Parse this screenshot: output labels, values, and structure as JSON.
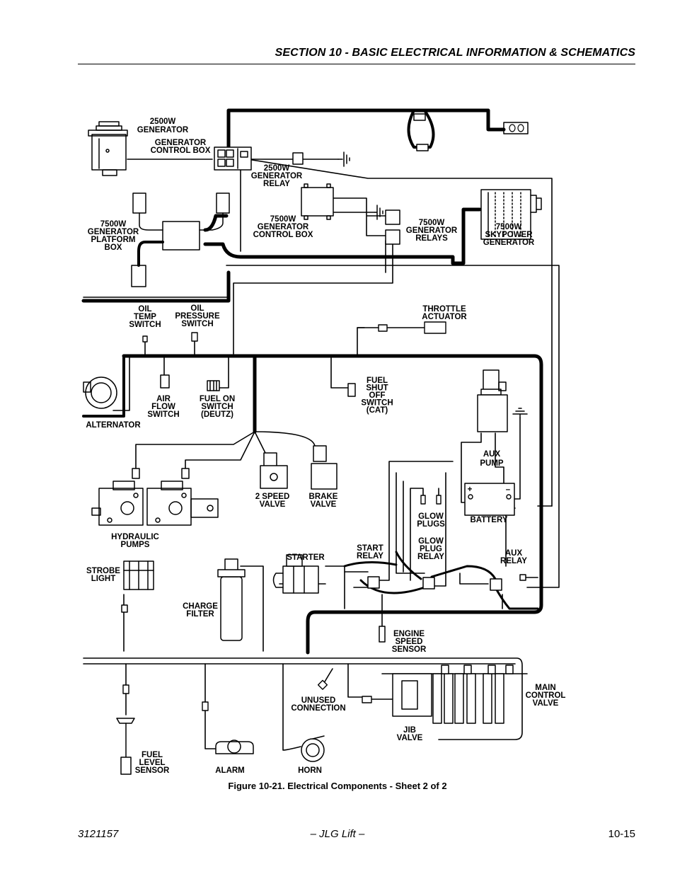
{
  "header": {
    "title": "SECTION 10 - BASIC ELECTRICAL INFORMATION & SCHEMATICS"
  },
  "labels": {
    "gen2500": [
      "2500W",
      "GENERATOR"
    ],
    "gen_ctrl_box": [
      "GENERATOR",
      "CONTROL BOX"
    ],
    "gen2500_relay": [
      "2500W",
      "GENERATOR",
      "RELAY"
    ],
    "gen7500_ctrl_box": [
      "7500W",
      "GENERATOR",
      "CONTROL BOX"
    ],
    "gen7500_relays": [
      "7500W",
      "GENERATOR",
      "RELAYS"
    ],
    "skypower": [
      "7500W",
      "SKYPOWER",
      "GENERATOR"
    ],
    "platform_box": [
      "7500W",
      "GENERATOR",
      "PLATFORM",
      "BOX"
    ],
    "oil_temp": [
      "OIL",
      "TEMP",
      "SWITCH"
    ],
    "oil_pressure": [
      "OIL",
      "PRESSURE",
      "SWITCH"
    ],
    "throttle": [
      "THROTTLE",
      "ACTUATOR"
    ],
    "alternator": [
      "ALTERNATOR"
    ],
    "air_flow": [
      "AIR",
      "FLOW",
      "SWITCH"
    ],
    "fuel_on": [
      "FUEL ON",
      "SWITCH",
      "(DEUTZ)"
    ],
    "fuel_shutoff": [
      "FUEL",
      "SHUT",
      "OFF",
      "SWITCH",
      "(CAT)"
    ],
    "aux_pump": [
      "AUX",
      "PUMP"
    ],
    "battery": [
      "BATTERY"
    ],
    "two_speed": [
      "2 SPEED",
      "VALVE"
    ],
    "brake_valve": [
      "BRAKE",
      "VALVE"
    ],
    "hydraulic_pumps": [
      "HYDRAULIC",
      "PUMPS"
    ],
    "glow_plugs": [
      "GLOW",
      "PLUGS"
    ],
    "start_relay": [
      "START",
      "RELAY"
    ],
    "glow_plug_relay": [
      "GLOW",
      "PLUG",
      "RELAY"
    ],
    "aux_relay": [
      "AUX",
      "RELAY"
    ],
    "starter": [
      "STARTER"
    ],
    "strobe": [
      "STROBE",
      "LIGHT"
    ],
    "charge_filter": [
      "CHARGE",
      "FILTER"
    ],
    "engine_speed": [
      "ENGINE",
      "SPEED",
      "SENSOR"
    ],
    "main_control_valve": [
      "MAIN",
      "CONTROL",
      "VALVE"
    ],
    "unused_connection": [
      "UNUSED",
      "CONNECTION"
    ],
    "jib_valve": [
      "JIB",
      "VALVE"
    ],
    "fuel_level": [
      "FUEL",
      "LEVEL",
      "SENSOR"
    ],
    "alarm": [
      "ALARM"
    ],
    "horn": [
      "HORN"
    ],
    "battery_plus": "+",
    "battery_minus": "–"
  },
  "caption": "Figure 10-21.  Electrical Components - Sheet 2 of 2",
  "footer": {
    "left": "3121157",
    "center": "– JLG Lift –",
    "right": "10-15"
  }
}
